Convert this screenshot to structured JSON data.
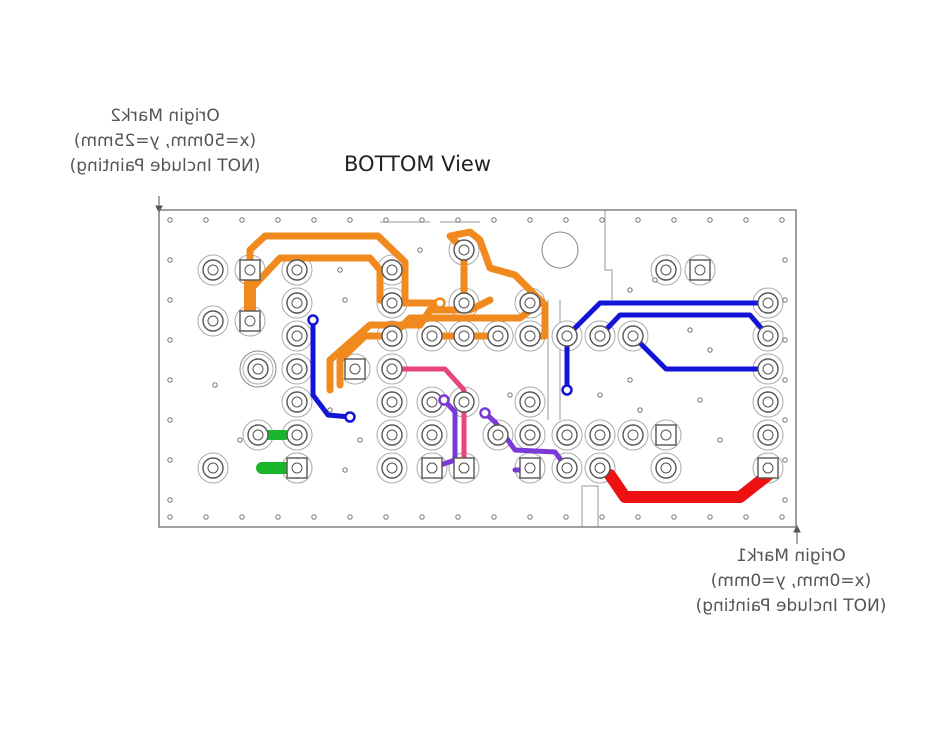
{
  "title": "BOTTOM View",
  "origin_mark2": {
    "name": "Origin Mark2",
    "coords": "(x=50mm, y=25mm)",
    "note": "(NOT Include Painting)"
  },
  "origin_mark1": {
    "name": "Origin Mark1",
    "coords": "(x=0mm, y=0mm)",
    "note": "(NOT Include Painting)"
  },
  "colors": {
    "board_outline": "#777777",
    "pad_outline": "#555555",
    "trace_orange": "#f08a1e",
    "trace_blue": "#1414d8",
    "trace_red": "#ee1111",
    "trace_pink": "#e8457a",
    "trace_purple": "#7a3ad8",
    "trace_green": "#1ab52a"
  }
}
